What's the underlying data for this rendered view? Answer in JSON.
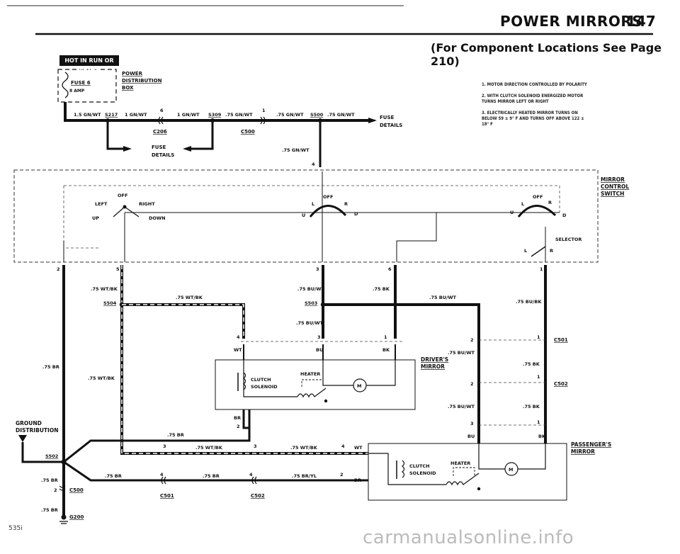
{
  "header": {
    "title": "POWER MIRRORS",
    "page_number": "147",
    "subtitle": "(For Component Locations See Page 210)"
  },
  "banner": "HOT IN RUN OR START",
  "notes": [
    "1. MOTOR DIRECTION CONTROLLED BY POLARITY",
    "2. WITH CLUTCH SOLENOID ENERGIZED MOTOR TURNS MIRROR LEFT OR RIGHT",
    "3. ELECTRICALLY HEATED MIRROR TURNS ON BELOW 59 ± 9° F AND TURNS OFF ABOVE 122 ± 18° F"
  ],
  "labels": {
    "power_dist_1": "POWER",
    "power_dist_2": "DISTRIBUTION",
    "power_dist_3": "BOX",
    "fuse": "FUSE 6",
    "fuse_amp": "8 AMP",
    "fuse_details_1": "FUSE",
    "fuse_details_2": "DETAILS",
    "fuse_details_r1": "FUSE",
    "fuse_details_r2": "DETAILS",
    "mirror_control_1": "MIRROR",
    "mirror_control_2": "CONTROL",
    "mirror_control_3": "SWITCH",
    "drivers_1": "DRIVER'S",
    "drivers_2": "MIRROR",
    "passengers_1": "PASSENGER'S",
    "passengers_2": "MIRROR",
    "ground_1": "GROUND",
    "ground_2": "DISTRIBUTION",
    "selector": "SELECTOR",
    "clutch_1": "CLUTCH",
    "clutch_2": "SOLENOID",
    "heater": "HEATER",
    "motor": "M",
    "off": "OFF",
    "left": "LEFT",
    "right": "RIGHT",
    "up": "UP",
    "down": "DOWN",
    "L": "L",
    "R": "R",
    "U": "U",
    "D": "D"
  },
  "connectors": {
    "S217": "S217",
    "S309": "S309",
    "S500": "S500",
    "C206": "C206",
    "C500": "C500",
    "S504": "S504",
    "S503": "S503",
    "C501": "C501",
    "C502": "C502",
    "S502": "S502",
    "G200": "G200"
  },
  "wires": {
    "w_15gnwt": "1.5 GN/WT",
    "w_1gnwt_a": "1 GN/WT",
    "w_1gnwt_b": "1 GN/WT",
    "w_75gnwt_a": ".75 GN/WT",
    "w_75gnwt_b": ".75 GN/WT",
    "w_75gnwt_c": ".75 GN/WT",
    "w_75gnwt_d": ".75 GN/WT",
    "w_75wtbk_a": ".75 WT/BK",
    "w_75wtbk_b": ".75 WT/BK",
    "w_75wtbk_c": ".75 WT/BK",
    "w_75wtbk_d": ".75 WT/BK",
    "w_75wtbk_e": ".75 WT/BK",
    "w_75buwt_a": ".75 BU/WT",
    "w_75buwt_b": ".75 BU/WT",
    "w_75buwt_c": ".75 BU/WT",
    "w_75buwt_d": ".75 BU/WT",
    "w_75buwt_e": ".75 BU/WT",
    "w_75bk_a": ".75 BK",
    "w_75bk_b": ".75 BK",
    "w_75bk_c": ".75 BK",
    "w_75bubk": ".75 BU/BK",
    "w_75br_a": ".75 BR",
    "w_75br_b": ".75 BR",
    "w_75br_c": ".75 BR",
    "w_75br_d": ".75 BR",
    "w_75br_e": ".75 BR",
    "w_75br_f": ".75 BR",
    "w_75bryl": ".75 BR/YL",
    "WT": "WT",
    "BU": "BU",
    "BK": "BK",
    "BR": "BR"
  },
  "pins": {
    "p1": "1",
    "p2": "2",
    "p3": "3",
    "p4": "4",
    "p5": "5",
    "p6": "6"
  },
  "footer": {
    "model": "535i",
    "watermark": "carmanualsonline.info"
  }
}
